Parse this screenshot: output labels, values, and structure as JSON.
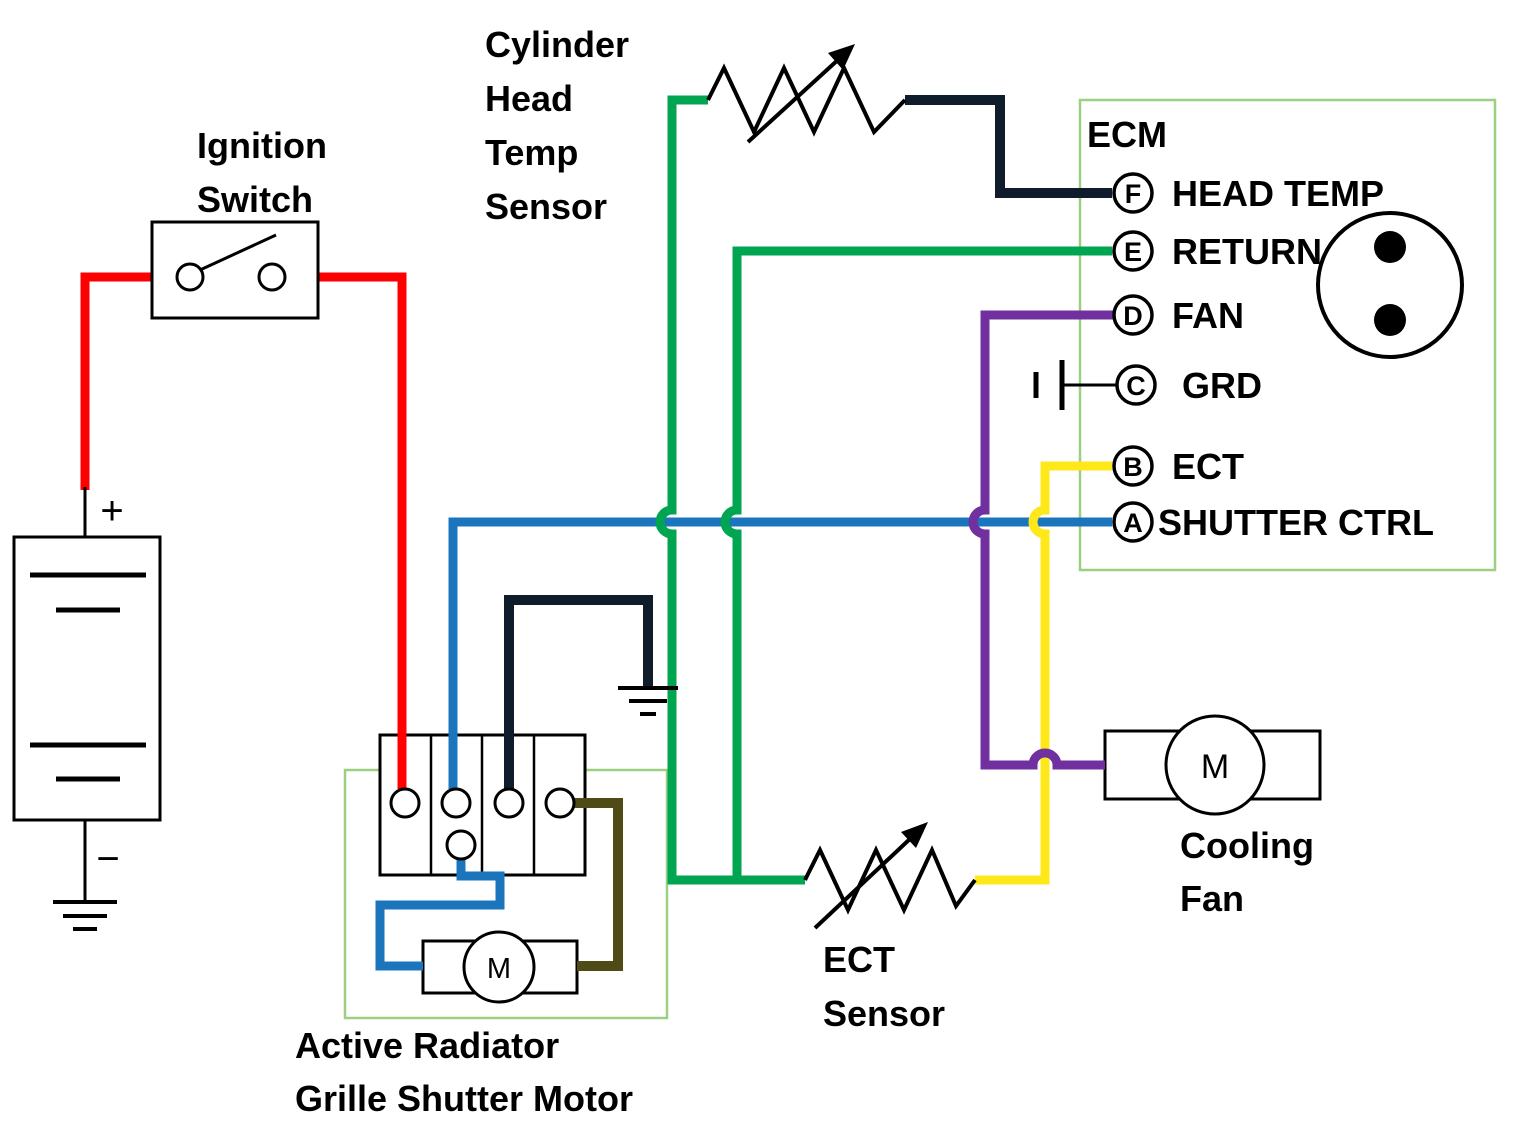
{
  "diagram": {
    "labels": {
      "ignition_switch_line1": "Ignition",
      "ignition_switch_line2": "Switch",
      "head_sensor_line1": "Cylinder",
      "head_sensor_line2": "Head",
      "head_sensor_line3": "Temp",
      "head_sensor_line4": "Sensor",
      "ecm": "ECM",
      "ect_line1": "ECT",
      "ect_line2": "Sensor",
      "cooling_line1": "Cooling",
      "cooling_line2": "Fan",
      "shutter_line1": "Active Radiator",
      "shutter_line2": "Grille Shutter Motor",
      "battery_plus": "+",
      "battery_minus": "−",
      "shutter_motor_m": "M",
      "cooling_fan_m": "M"
    },
    "ecm_pins": [
      {
        "id": "F",
        "label": "HEAD TEMP"
      },
      {
        "id": "E",
        "label": "RETURN"
      },
      {
        "id": "D",
        "label": "FAN"
      },
      {
        "id": "C",
        "label": "GRD"
      },
      {
        "id": "B",
        "label": "ECT"
      },
      {
        "id": "A",
        "label": "SHUTTER CTRL"
      }
    ],
    "colors": {
      "red": "#ff0000",
      "green": "#00a551",
      "blue": "#1b75bc",
      "purple": "#7030a0",
      "yellow": "#ffe81a",
      "navy": "#0e1c2c",
      "olive": "#4e4b17",
      "outline_green": "#9bcf82",
      "black": "#000000"
    }
  }
}
